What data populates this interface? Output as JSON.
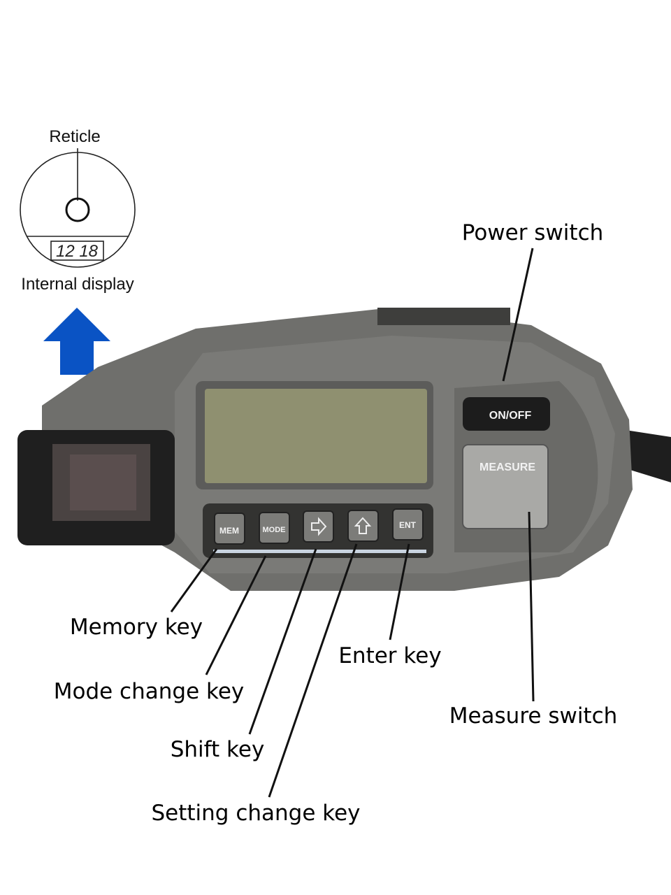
{
  "inset": {
    "title": "Reticle",
    "caption": "Internal display",
    "display_readout": "12 18"
  },
  "device": {
    "keys": {
      "mem": "MEM",
      "mode": "MODE",
      "shift": "shift-right-arrow",
      "setting": "up-arrow",
      "ent": "ENT"
    },
    "power_button": "ON/OFF",
    "measure_button": "MEASURE"
  },
  "callouts": {
    "power_switch": "Power switch",
    "memory_key": "Memory key",
    "mode_change_key": "Mode change key",
    "shift_key": "Shift key",
    "setting_change_key": "Setting change key",
    "enter_key": "Enter key",
    "measure_switch": "Measure switch"
  },
  "colors": {
    "arrow": "#0a53c4",
    "body": "#6f6f6c",
    "lcd": "#8f9070"
  }
}
